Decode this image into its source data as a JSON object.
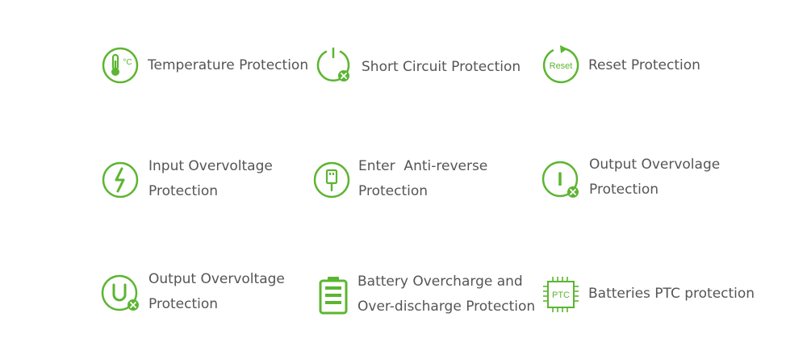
{
  "accent_color": "#5cb531",
  "features": [
    {
      "icon": "thermometer-celsius-icon",
      "lines": [
        "Temperature Protection"
      ],
      "icon_text": "°C"
    },
    {
      "icon": "power-off-icon",
      "lines": [
        "Short Circuit Protection"
      ]
    },
    {
      "icon": "reset-icon",
      "lines": [
        "Reset Protection"
      ],
      "icon_text": "Reset"
    },
    {
      "icon": "lightning-icon",
      "lines": [
        "Input Overvoltage",
        "Protection"
      ]
    },
    {
      "icon": "usb-plug-icon",
      "lines": [
        "Enter  Anti-reverse",
        "Protection"
      ]
    },
    {
      "icon": "current-i-icon",
      "lines": [
        "Output Overvolage",
        "Protection"
      ],
      "icon_text": "I"
    },
    {
      "icon": "voltage-u-icon",
      "lines": [
        "Output Overvoltage",
        "Protection"
      ]
    },
    {
      "icon": "battery-icon",
      "lines": [
        "Battery Overcharge and",
        "Over-discharge Protection"
      ]
    },
    {
      "icon": "ptc-chip-icon",
      "lines": [
        "Batteries PTC protection"
      ],
      "icon_text": "PTC"
    }
  ]
}
